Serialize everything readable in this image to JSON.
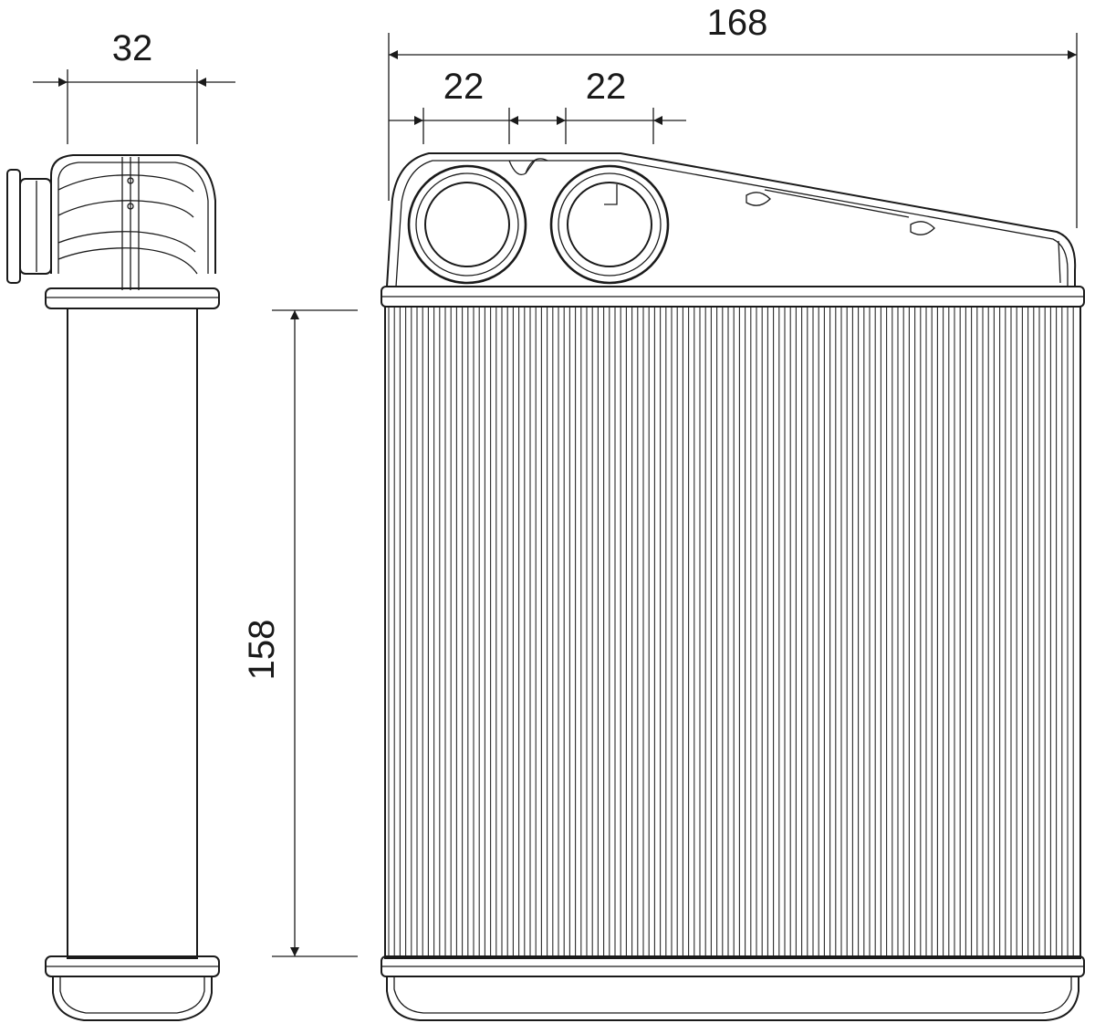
{
  "drawing": {
    "dimensions": {
      "side_width": "32",
      "overall_width": "168",
      "pipe_spacing_left": "22",
      "pipe_spacing_right": "22",
      "core_height": "158"
    },
    "colors": {
      "line": "#1a1a1a",
      "background": "#ffffff"
    }
  }
}
